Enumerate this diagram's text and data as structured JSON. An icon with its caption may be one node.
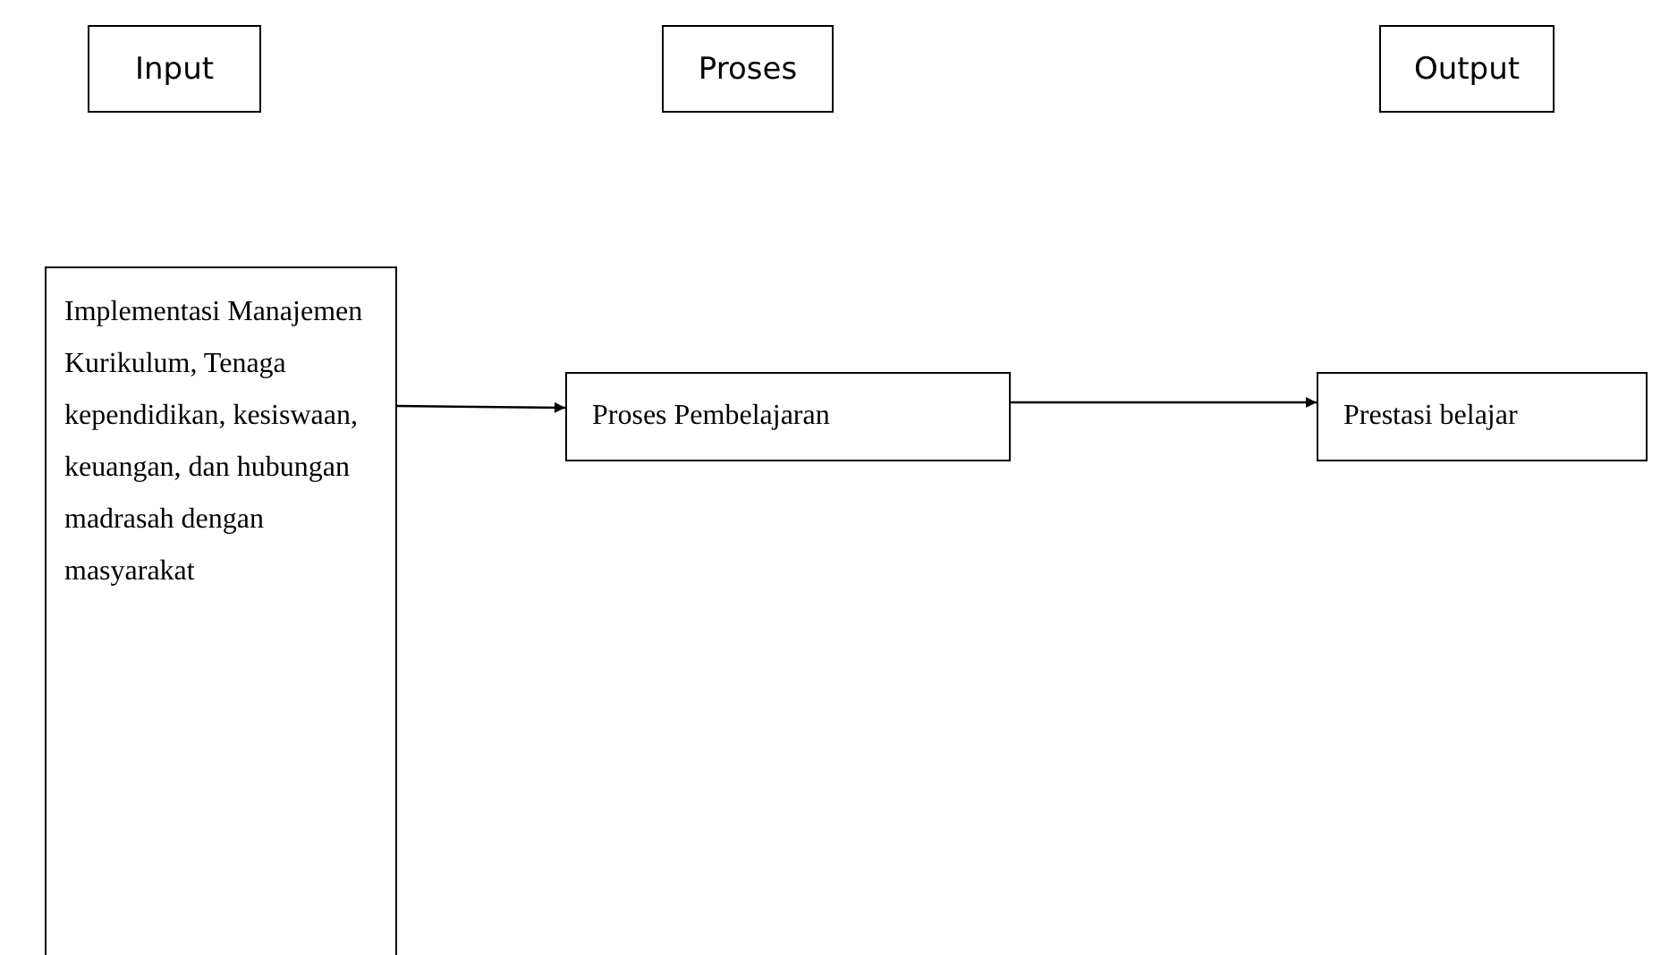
{
  "diagram": {
    "nodes": [
      {
        "text": [
          "Input"
        ]
      },
      {
        "text": [
          "Proses"
        ]
      },
      {
        "text": [
          "Output"
        ]
      },
      {
        "text": [
          "Implementasi Manajemen Kurikulum, Tenaga kependidikan, kesiswaan, keuangan, dan hubungan madrasah dengan masyarakat"
        ]
      },
      {
        "text": [
          "Proses Pembelajaran"
        ]
      },
      {
        "text": [
          "Prestasi belajar"
        ]
      }
    ],
    "edges": [
      {
        "from": 3,
        "to": 4,
        "arrow": "to"
      },
      {
        "from": 4,
        "to": 5,
        "arrow": "to"
      }
    ]
  }
}
